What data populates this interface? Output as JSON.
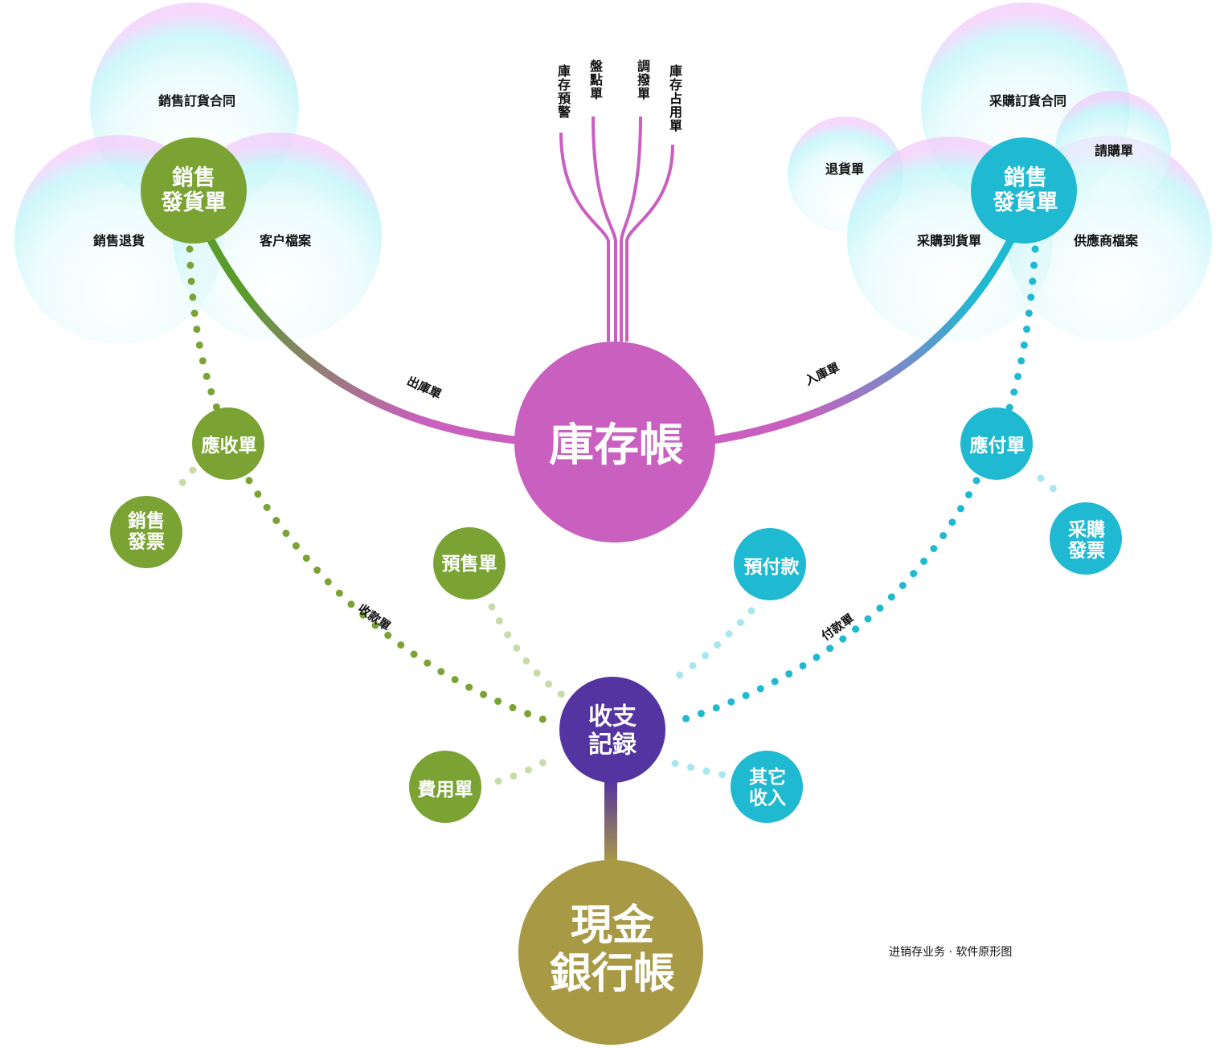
{
  "colors": {
    "green": "#7aa334",
    "blue": "#1fb9d2",
    "pink": "#c95fbf",
    "purple": "#5434a0",
    "gold": "#a89a45"
  },
  "left_group": {
    "hub": "銷售\n發貨單",
    "bubbles": [
      "銷售訂貨合同",
      "銷售退貨",
      "客户檔案"
    ]
  },
  "right_group": {
    "hub": "銷售\n發貨單",
    "bubbles": [
      "采購訂貨合同",
      "請購單",
      "退貨單",
      "采購到貨單",
      "供應商檔案"
    ]
  },
  "top_labels": [
    "庫存預警",
    "盤點單",
    "調撥單",
    "庫存占用單"
  ],
  "center": "庫存帳",
  "edges": {
    "out": "出庫單",
    "in": "入庫單",
    "receive": "收款單",
    "pay": "付款單"
  },
  "nodes": {
    "receivable": "應收單",
    "sales_invoice": "銷售\n發票",
    "presale": "預售單",
    "expense": "費用單",
    "payable": "應付單",
    "purchase_invoice": "采購\n發票",
    "prepay": "預付款",
    "other_income": "其它\n收入"
  },
  "ledger": "收支\n記録",
  "bank": "現金\n銀行帳",
  "caption": "进销存业务 · 软件原形图"
}
